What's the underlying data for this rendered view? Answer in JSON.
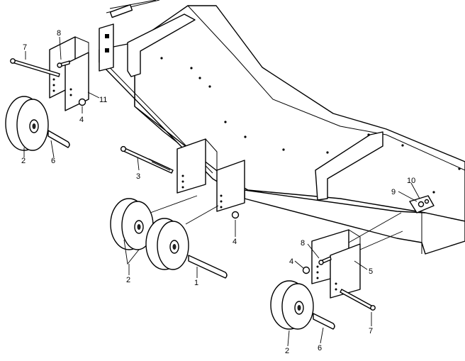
{
  "callouts": {
    "c1": "1",
    "c2a": "2",
    "c2b": "2",
    "c2c": "2",
    "c3": "3",
    "c4a": "4",
    "c4b": "4",
    "c4c": "4",
    "c5": "5",
    "c6a": "6",
    "c6b": "6",
    "c7a": "7",
    "c7b": "7",
    "c8a": "8",
    "c8b": "8",
    "c9": "9",
    "c10": "10",
    "c11": "11"
  },
  "colors": {
    "line": "#000000",
    "background": "#ffffff",
    "wheel_hub": "#202020"
  }
}
